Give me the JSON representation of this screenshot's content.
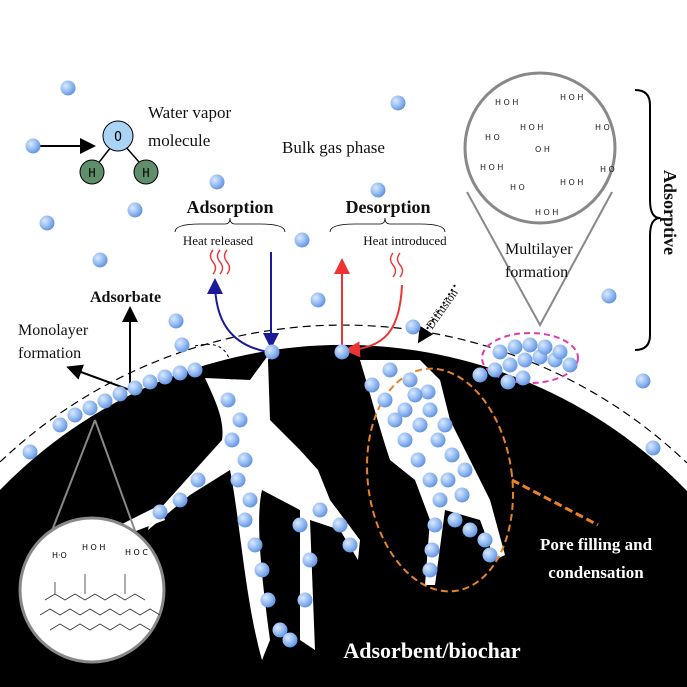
{
  "labels": {
    "water_vapor": [
      "Water vapor",
      "molecule"
    ],
    "bulk_gas": "Bulk gas phase",
    "adsorption": "Adsorption",
    "heat_released": "Heat released",
    "desorption": "Desorption",
    "heat_introduced": "Heat introduced",
    "adsorbate": "Adsorbate",
    "monolayer": [
      "Monolayer",
      "formation"
    ],
    "multilayer": [
      "Multilayer",
      "formation"
    ],
    "adsorptive": "Adsorptive",
    "diffusion": "Diffusion",
    "pore_filling": [
      "Pore filling and",
      "condensation"
    ],
    "adsorbent": "Adsorbent/biochar"
  },
  "molecule": {
    "oxygen": "O",
    "hydrogen_left": "H",
    "hydrogen_right": "H"
  },
  "colors": {
    "bubble": "#8fb8f0",
    "adsorption_arrow": "#1a1a9a",
    "desorption_arrow": "#ee3333",
    "biochar": "#000000",
    "multilayer_ring": "#e03cb0",
    "pore_ring": "#e8822a",
    "oxygen": "#a9d4f5",
    "hydrogen": "#5f8f6a"
  }
}
